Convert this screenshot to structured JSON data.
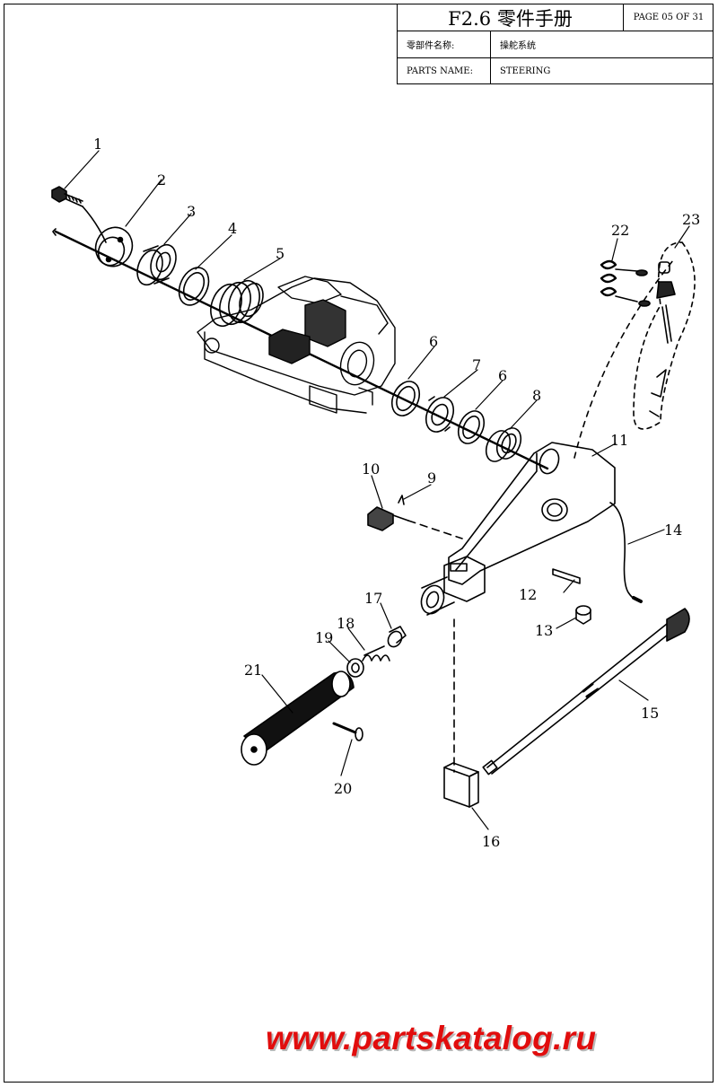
{
  "header": {
    "title": "F2.6 零件手册",
    "page": "PAGE 05 OF 31",
    "name_cn_label": "零部件名称:",
    "name_cn_value": "操舵系统",
    "name_en_label": "PARTS NAME:",
    "name_en_value": "STEERING"
  },
  "callouts": [
    "1",
    "2",
    "3",
    "4",
    "5",
    "6",
    "7",
    "6",
    "8",
    "9",
    "10",
    "11",
    "12",
    "13",
    "14",
    "15",
    "16",
    "17",
    "18",
    "19",
    "20",
    "21",
    "22",
    "23"
  ],
  "watermark": "www.partskatalog.ru",
  "colors": {
    "line": "#000000",
    "watermark": "#e10d0d"
  }
}
